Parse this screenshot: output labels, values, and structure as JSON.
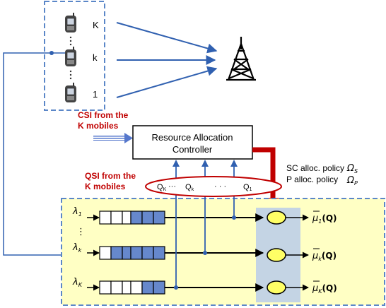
{
  "mobiles": {
    "top_label": "K",
    "mid_label": "k",
    "bottom_label": "1"
  },
  "csi_label": [
    "CSI from the",
    "K mobiles"
  ],
  "qsi_label": [
    "QSI from the",
    "K mobiles"
  ],
  "controller": {
    "title": [
      "Resource Allocation",
      "Controller"
    ]
  },
  "queue_sizes": {
    "q_k_upper": "Q",
    "q_k_upper_sub": "K",
    "dots1": "···",
    "q_k_lower": "Q",
    "q_k_lower_sub": "k",
    "dots2": "· · ·",
    "q_1": "Q",
    "q_1_sub": "1"
  },
  "policies": {
    "sc_label": "SC alloc. policy",
    "sc_symbol": "Ω",
    "sc_sub": "S",
    "p_label": "P alloc. policy",
    "p_symbol": "Ω",
    "p_sub": "P"
  },
  "arrivals": {
    "lambda_1": "λ",
    "lambda_1_sub": "1",
    "lambda_k": "λ",
    "lambda_k_sub": "k",
    "lambda_K": "λ",
    "lambda_K_sub": "K",
    "vdots": "⋮"
  },
  "outputs": {
    "mu_1": "μ",
    "mu_1_sub": "1",
    "mu_1_arg": "(Q)",
    "mu_k": "μ",
    "mu_k_sub": "k",
    "mu_k_arg": "(Q)",
    "mu_K": "μ",
    "mu_K_sub": "K",
    "mu_K_arg": "(Q)"
  },
  "colors": {
    "dashed_box": "#5b87c8",
    "yellow_bg": "#ffffc4",
    "arrow_blue": "#3060b0",
    "red": "#c00000",
    "queue_fill": "#6688cc",
    "server_bg": "#c4d4e4",
    "server_fill": "#ffff66"
  }
}
